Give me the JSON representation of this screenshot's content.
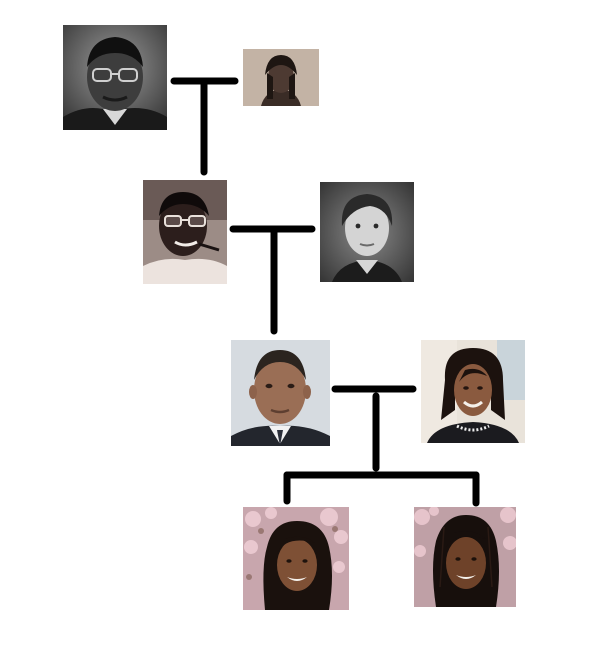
{
  "diagram": {
    "type": "family-tree",
    "generations": [
      {
        "couple": [
          "grandfather-portrait",
          "step-grandmother-portrait"
        ]
      },
      {
        "couple": [
          "father-portrait",
          "mother-portrait"
        ]
      },
      {
        "couple": [
          "husband-portrait",
          "wife-portrait"
        ]
      },
      {
        "children": [
          "daughter-1-portrait",
          "daughter-2-portrait"
        ]
      }
    ],
    "connector_color": "#000000",
    "background": "#ffffff"
  }
}
